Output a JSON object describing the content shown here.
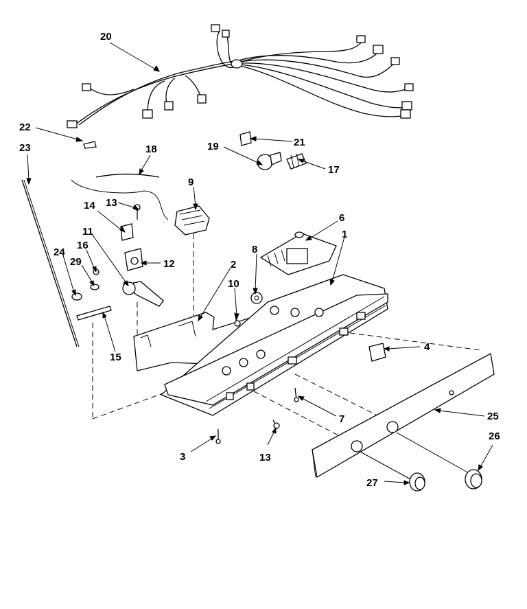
{
  "callouts": [
    {
      "id": "c1",
      "text": "1"
    },
    {
      "id": "c2",
      "text": "2"
    },
    {
      "id": "c3",
      "text": "3"
    },
    {
      "id": "c4",
      "text": "4"
    },
    {
      "id": "c6",
      "text": "6"
    },
    {
      "id": "c7",
      "text": "7"
    },
    {
      "id": "c8",
      "text": "8"
    },
    {
      "id": "c9",
      "text": "9"
    },
    {
      "id": "c10",
      "text": "10"
    },
    {
      "id": "c11",
      "text": "11"
    },
    {
      "id": "c12",
      "text": "12"
    },
    {
      "id": "c13a",
      "text": "13"
    },
    {
      "id": "c13b",
      "text": "13"
    },
    {
      "id": "c14",
      "text": "14"
    },
    {
      "id": "c15",
      "text": "15"
    },
    {
      "id": "c16",
      "text": "16"
    },
    {
      "id": "c17",
      "text": "17"
    },
    {
      "id": "c18",
      "text": "18"
    },
    {
      "id": "c19",
      "text": "19"
    },
    {
      "id": "c20",
      "text": "20"
    },
    {
      "id": "c21",
      "text": "21"
    },
    {
      "id": "c22",
      "text": "22"
    },
    {
      "id": "c23",
      "text": "23"
    },
    {
      "id": "c24",
      "text": "24"
    },
    {
      "id": "c25",
      "text": "25"
    },
    {
      "id": "c26",
      "text": "26"
    },
    {
      "id": "c27",
      "text": "27"
    },
    {
      "id": "c29",
      "text": "29"
    }
  ]
}
